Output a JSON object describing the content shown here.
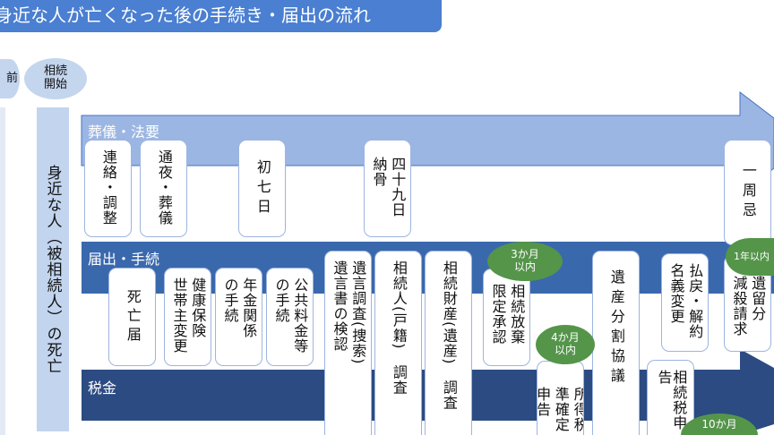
{
  "title": "身近な人が亡くなった後の手続き・届出の流れ",
  "phases": {
    "previous": "前",
    "start": "相続\n開始"
  },
  "death_column": "身近な人（被相続人）の死亡",
  "bands": {
    "funeral": "葬儀・法要",
    "procedures": "届出・手続",
    "tax": "税金"
  },
  "funeral_cards": [
    "連絡・調整",
    "通夜・葬儀",
    "初七日",
    "四十九日\n納骨",
    "一周忌"
  ],
  "procedure_cards": [
    "死亡届",
    "健康保険\n世帯主変更",
    "年金関係\nの手続",
    "公共料金等\nの手続",
    "遺言調査(捜索)\n遺言書の検認",
    "相続人(戸籍)　調査",
    "相続財産(遺産)　調査",
    "相続放棄\n限定承認",
    "遺産分割協議",
    "払戻・解約\n名義変更",
    "遺留分\n減殺請求"
  ],
  "tax_cards": [
    "所得税\n準確定申告",
    "相続税申告"
  ],
  "deadlines": [
    "3か月\n以内",
    "4か月\n以内",
    "1年以内",
    "10か月"
  ],
  "colors": {
    "title": "#4a7fd1",
    "funeral": "#9bb6e2",
    "procedures": "#3a68ad",
    "tax": "#2b4b82",
    "deadline": "#54954a"
  }
}
